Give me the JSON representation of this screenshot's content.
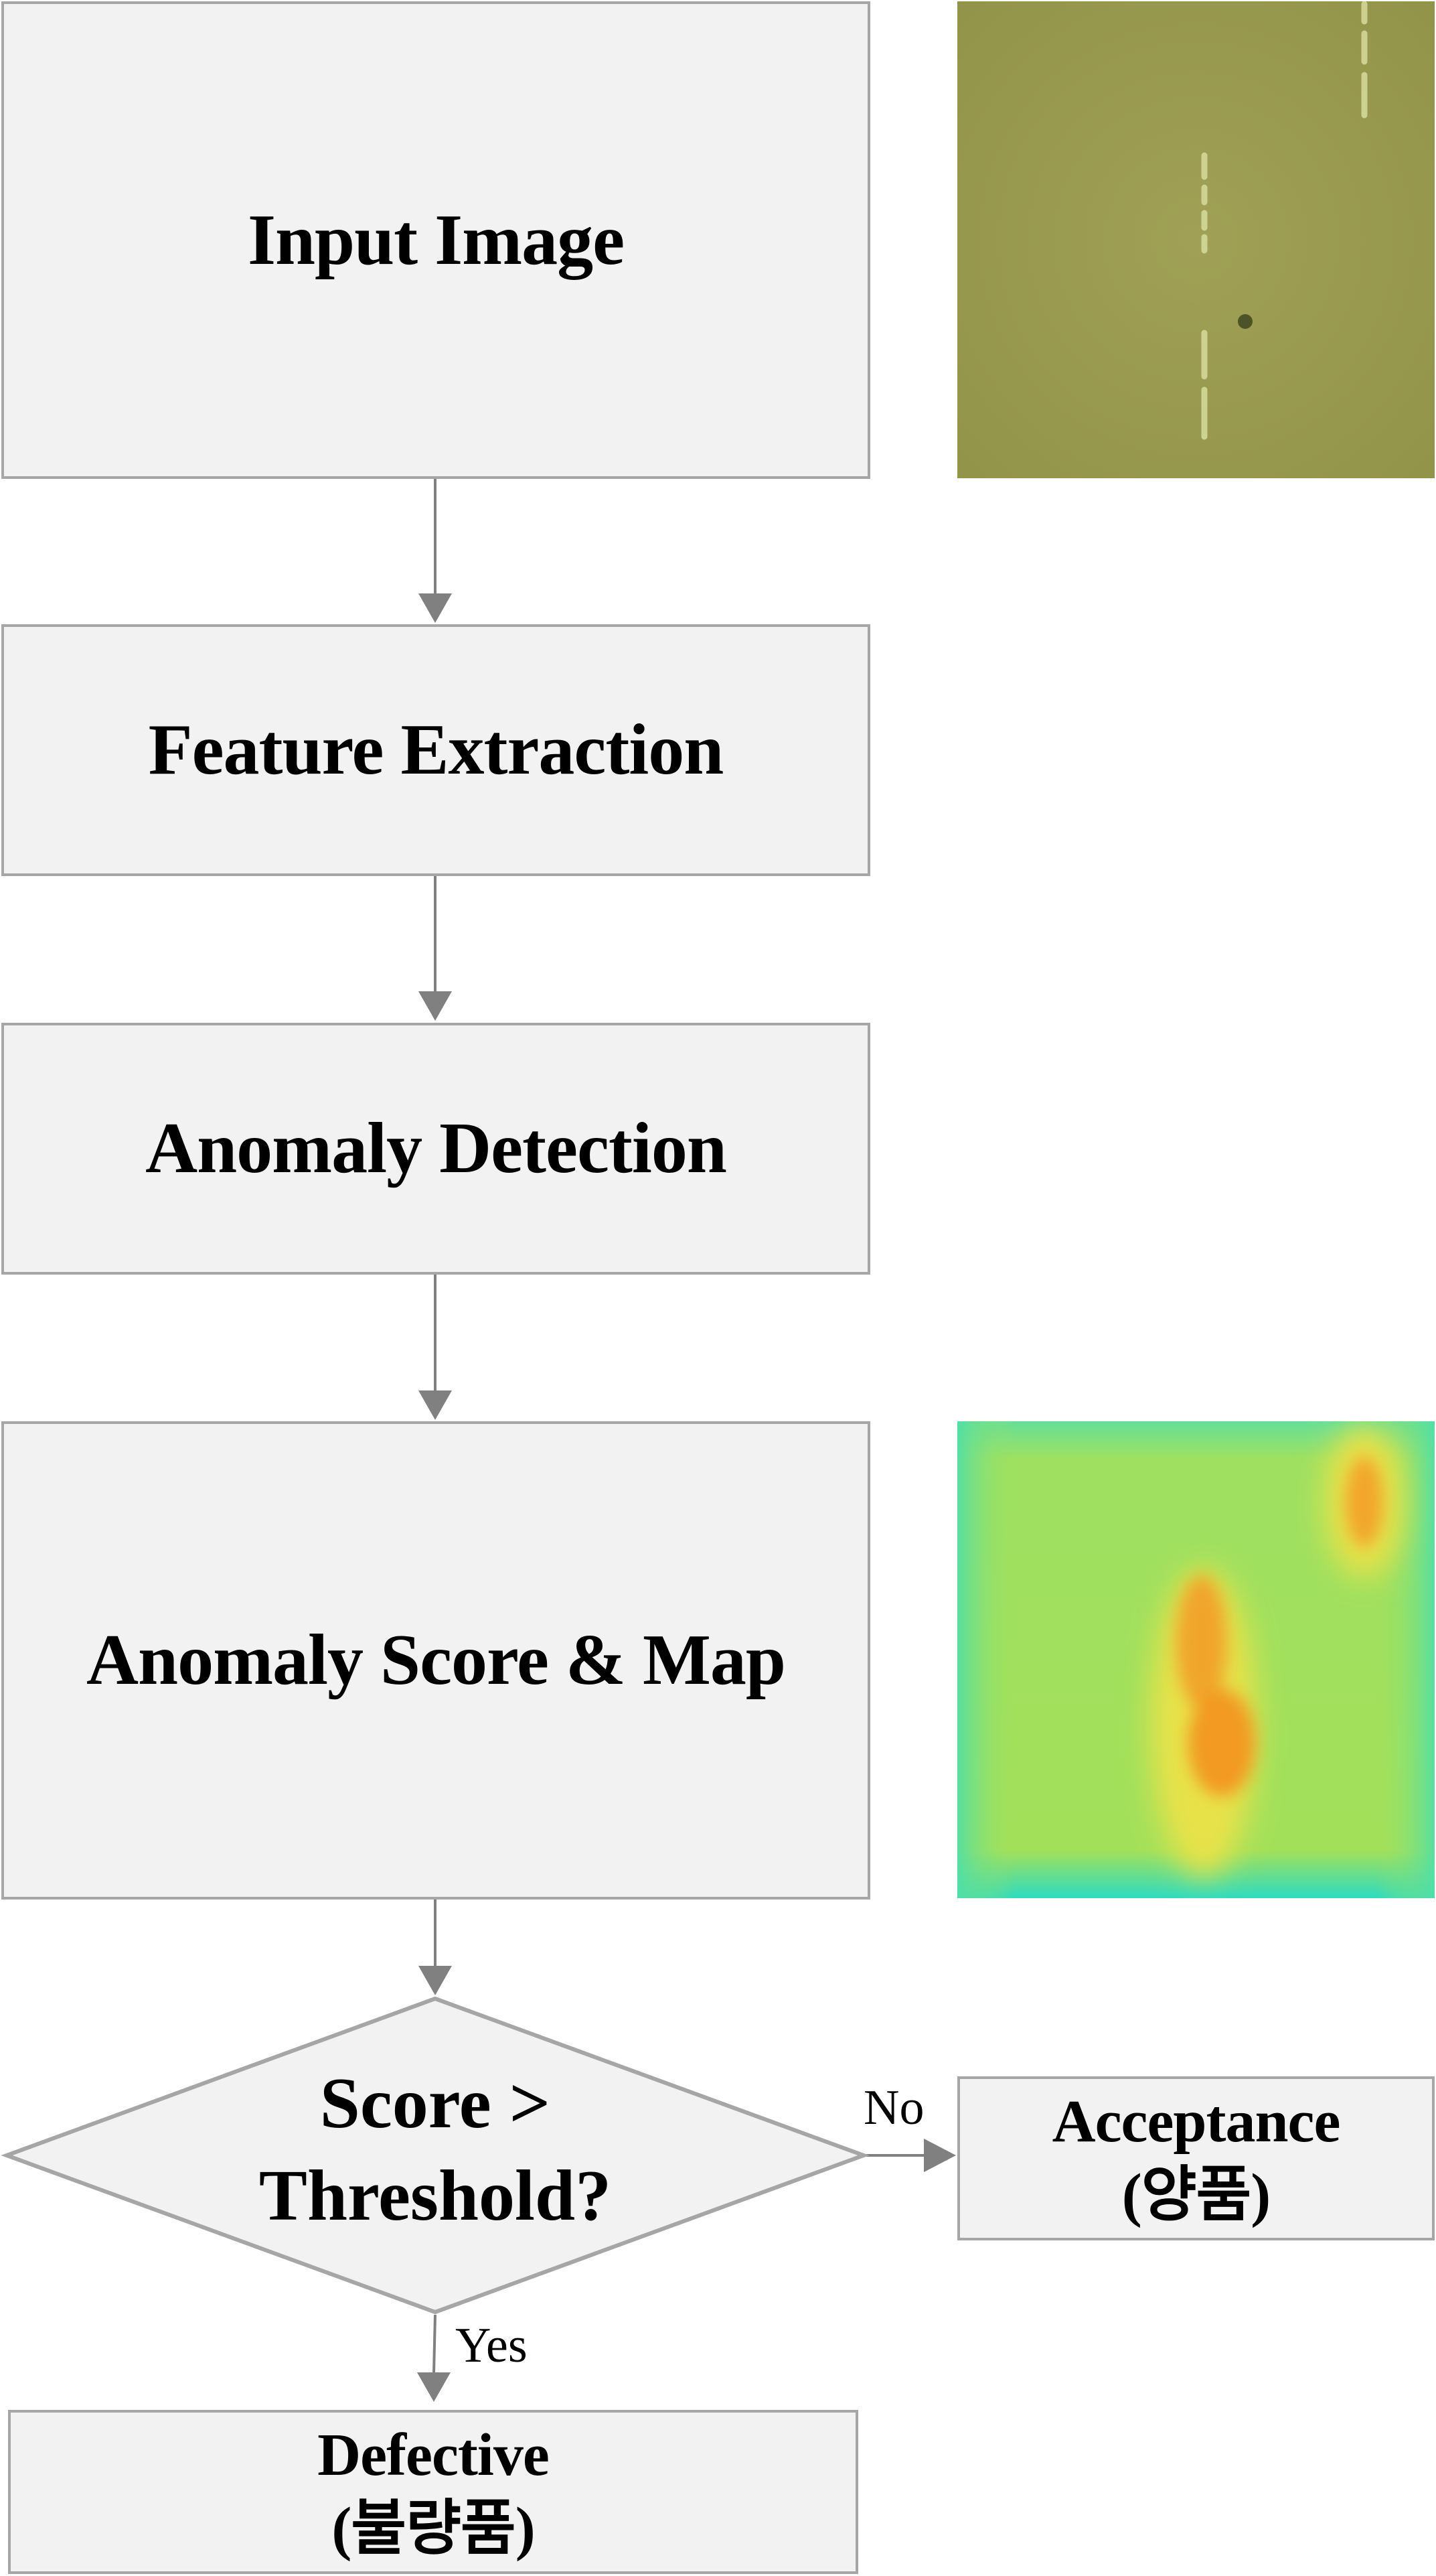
{
  "steps": {
    "input_image": "Input Image",
    "feature_extraction": "Feature Extraction",
    "anomaly_detection": "Anomaly Detection",
    "anomaly_score_map": "Anomaly Score & Map"
  },
  "decision": {
    "line1": "Score >",
    "line2": "Threshold?",
    "no_label": "No",
    "yes_label": "Yes"
  },
  "outcomes": {
    "acceptance": {
      "line1": "Acceptance",
      "line2": "(양품)"
    },
    "defective": {
      "line1": "Defective",
      "line2": "(불량품)"
    }
  },
  "colors": {
    "box_fill": "#f2f2f2",
    "box_border": "#a6a6a6",
    "arrow": "#808080",
    "fabric": "#9a9c50",
    "heatmap_base": "#a6e25c",
    "heatmap_hot": "#f0a020",
    "heatmap_edge": "#3fdfb8"
  },
  "images": {
    "input_sample": "fabric-photo",
    "anomaly_map": "heatmap-image"
  }
}
